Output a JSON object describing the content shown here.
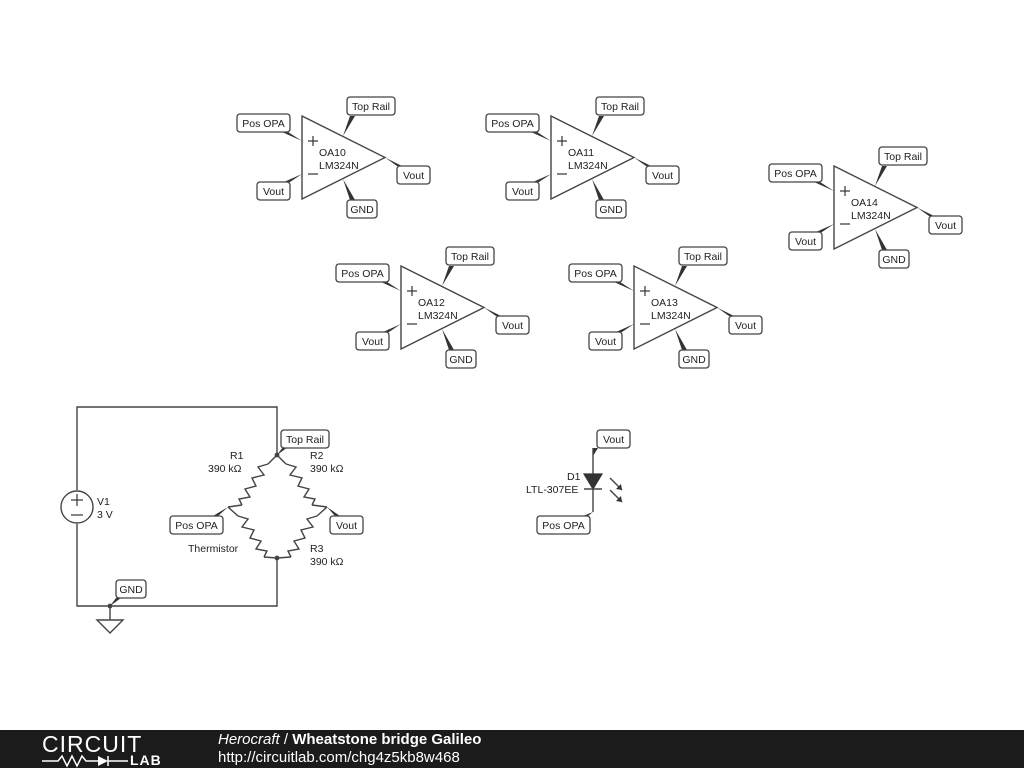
{
  "opamps": [
    {
      "ref": "OA10",
      "part": "LM324N",
      "in_pos": "Pos OPA",
      "in_neg": "Vout",
      "supply": "Top Rail",
      "ground": "GND",
      "output": "Vout"
    },
    {
      "ref": "OA11",
      "part": "LM324N",
      "in_pos": "Pos OPA",
      "in_neg": "Vout",
      "supply": "Top Rail",
      "ground": "GND",
      "output": "Vout"
    },
    {
      "ref": "OA14",
      "part": "LM324N",
      "in_pos": "Pos OPA",
      "in_neg": "Vout",
      "supply": "Top Rail",
      "ground": "GND",
      "output": "Vout"
    },
    {
      "ref": "OA12",
      "part": "LM324N",
      "in_pos": "Pos OPA",
      "in_neg": "Vout",
      "supply": "Top Rail",
      "ground": "GND",
      "output": "Vout"
    },
    {
      "ref": "OA13",
      "part": "LM324N",
      "in_pos": "Pos OPA",
      "in_neg": "Vout",
      "supply": "Top Rail",
      "ground": "GND",
      "output": "Vout"
    }
  ],
  "bridge": {
    "source": {
      "ref": "V1",
      "value": "3 V"
    },
    "r1": {
      "ref": "R1",
      "value": "390 kΩ"
    },
    "r2": {
      "ref": "R2",
      "value": "390 kΩ"
    },
    "r3": {
      "ref": "R3",
      "value": "390 kΩ"
    },
    "thermistor_label": "Thermistor",
    "top_net": "Top Rail",
    "left_net": "Pos OPA",
    "right_net": "Vout",
    "ground_net": "GND"
  },
  "led": {
    "ref": "D1",
    "part": "LTL-307EE",
    "anode_net": "Vout",
    "cathode_net": "Pos OPA"
  },
  "footer": {
    "logo_top": "CIRCUIT",
    "logo_bottom": "LAB",
    "author": "Herocraft",
    "separator": " / ",
    "project": "Wheatstone bridge Galileo",
    "url": "http://circuitlab.com/chg4z5kb8w468"
  },
  "colors": {
    "wire": "#444444",
    "footer_bg": "#1b1b1b",
    "text": "#222222"
  }
}
